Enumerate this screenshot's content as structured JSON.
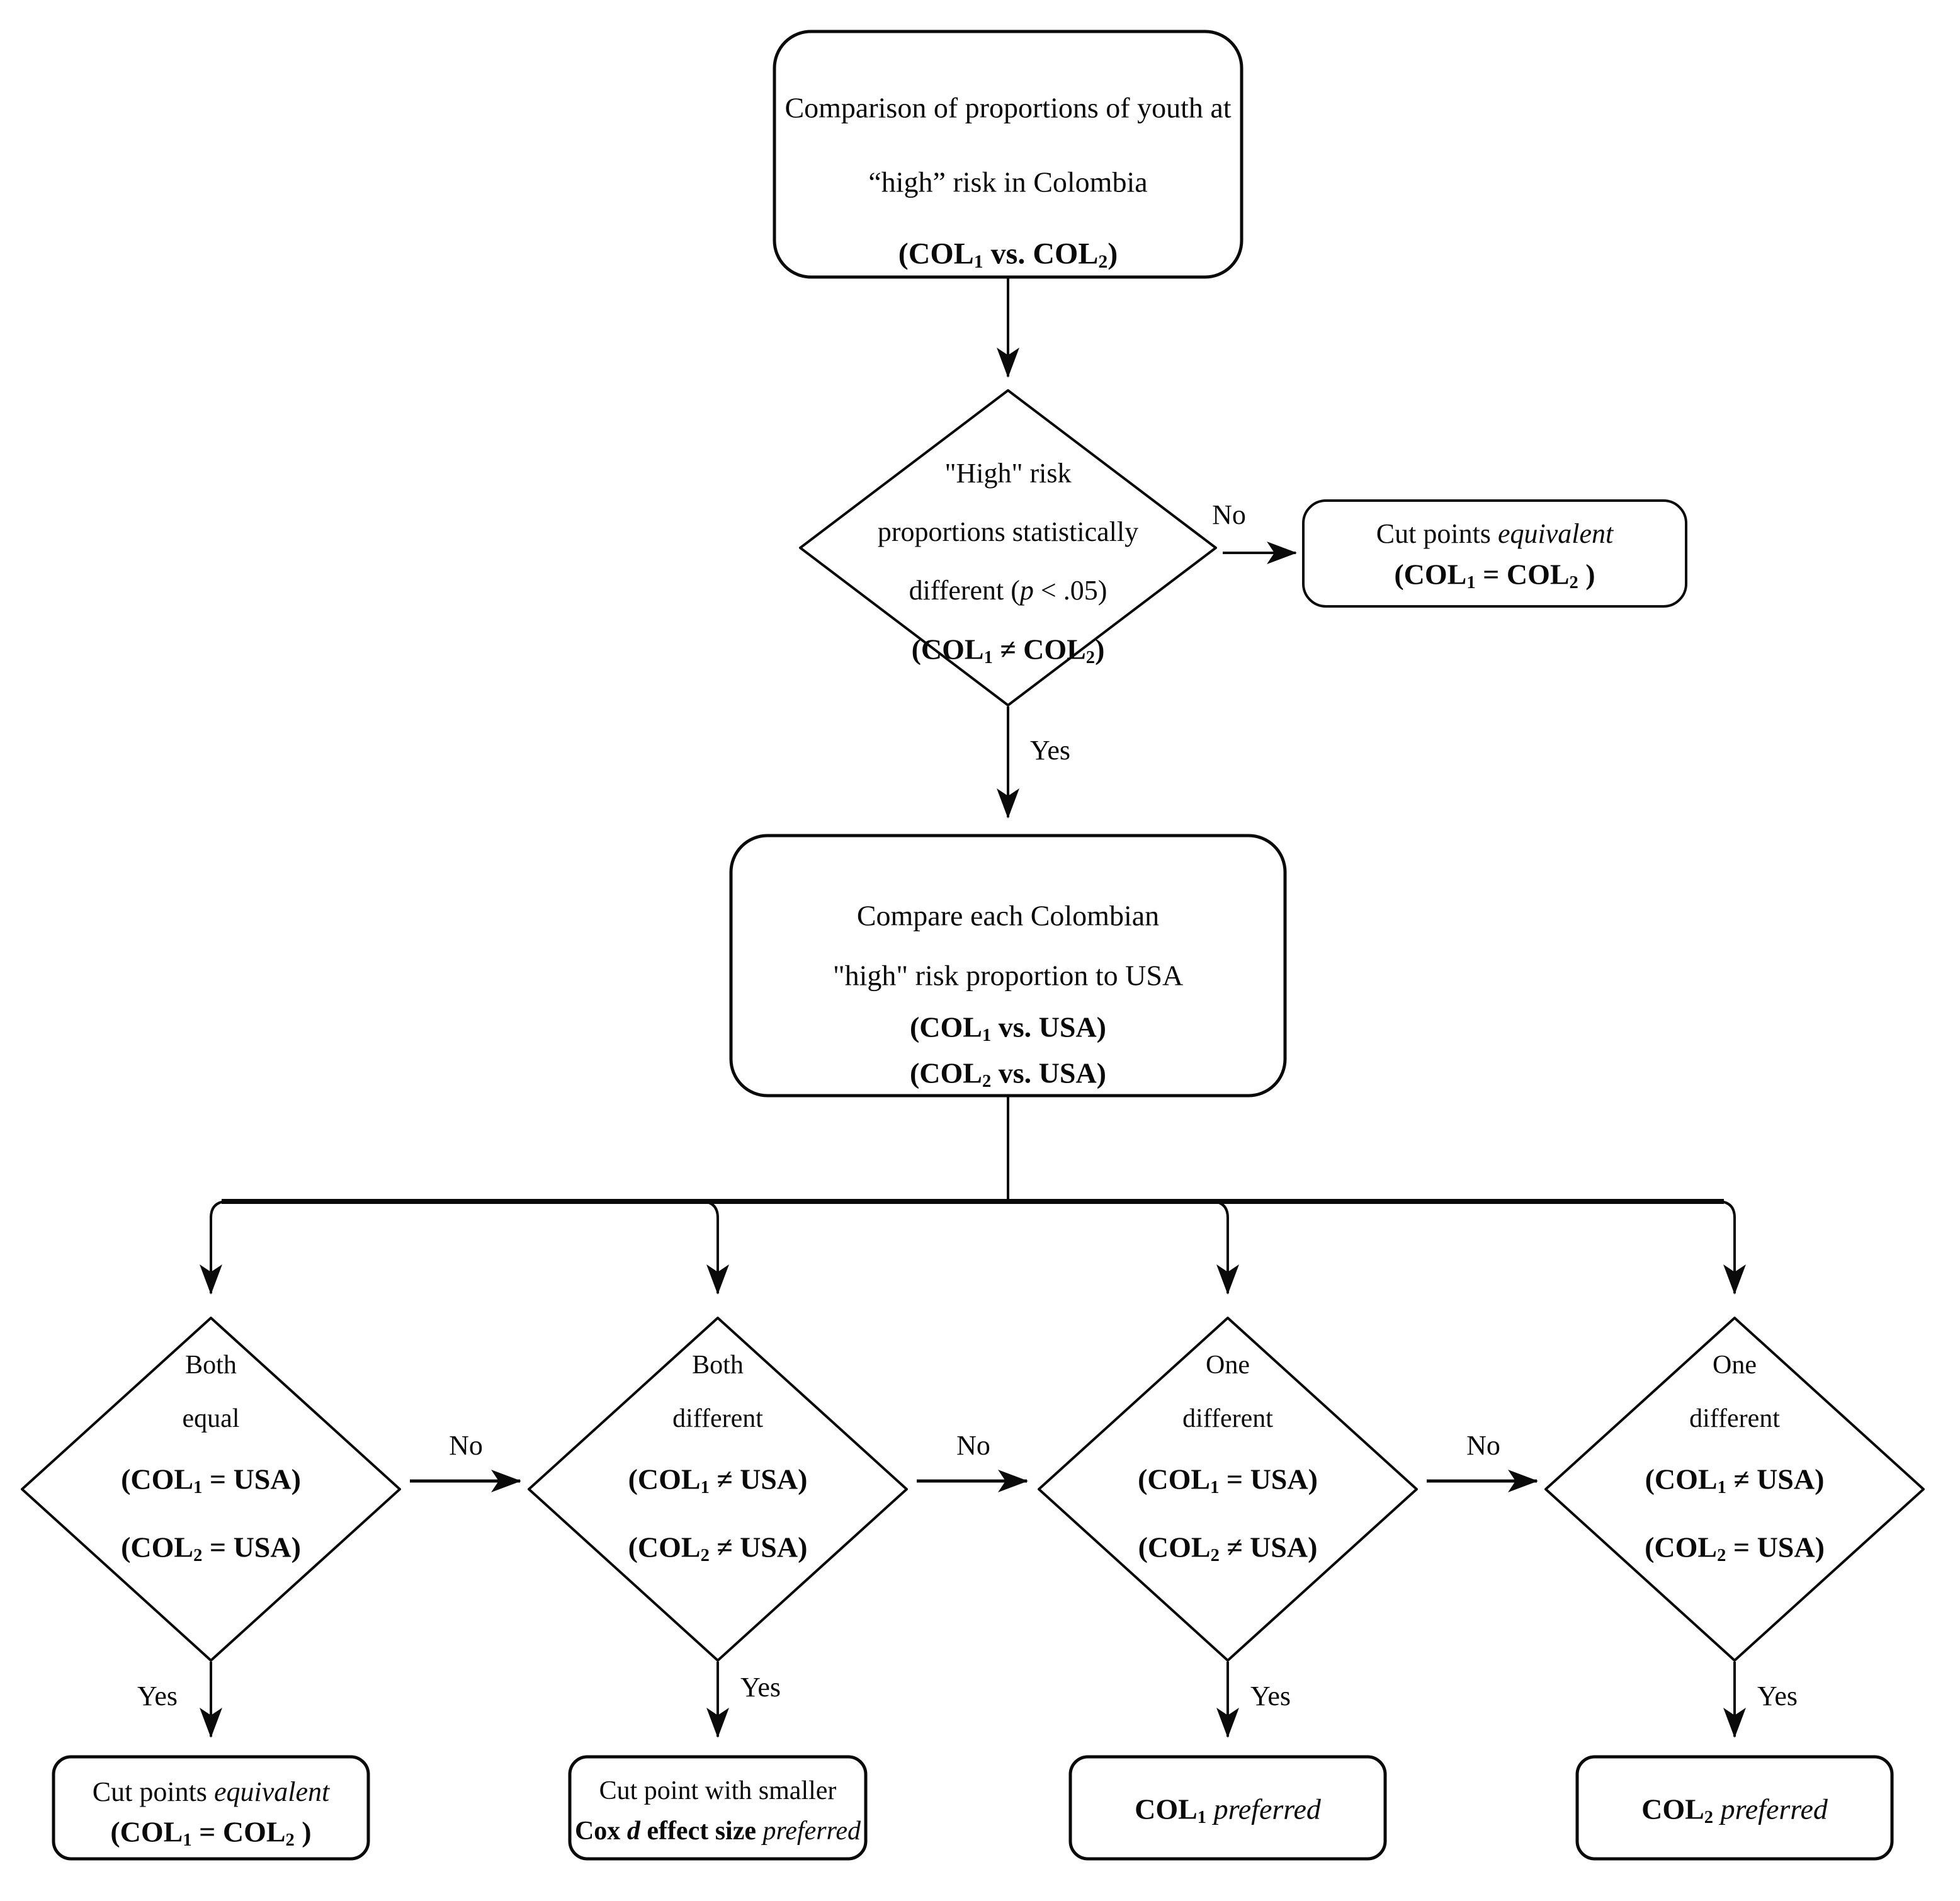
{
  "labels": {
    "yes": "Yes",
    "no": "No"
  },
  "nodes": {
    "start": {
      "l1": "Comparison of proportions of youth at",
      "l2": "“high” risk in Colombia",
      "l3": [
        {
          "t": "(COL",
          "s": "b"
        },
        {
          "t": "1",
          "s": "b sub"
        },
        {
          "t": " vs. COL",
          "s": "b"
        },
        {
          "t": "2",
          "s": "b sub"
        },
        {
          "t": ")",
          "s": "b"
        }
      ]
    },
    "risk_decision": {
      "l1": "\"High\" risk",
      "l2": "proportions statistically",
      "l3": [
        {
          "t": "different (",
          "s": ""
        },
        {
          "t": "p",
          "s": "i"
        },
        {
          "t": " < .05)",
          "s": ""
        }
      ],
      "l4": [
        {
          "t": "(COL",
          "s": "b"
        },
        {
          "t": "1",
          "s": "b sub"
        },
        {
          "t": " ≠ COL",
          "s": "b"
        },
        {
          "t": "2",
          "s": "b sub"
        },
        {
          "t": ")",
          "s": "b"
        }
      ]
    },
    "equivalent_top": {
      "l1": [
        {
          "t": "Cut points ",
          "s": ""
        },
        {
          "t": "equivalent",
          "s": "i"
        }
      ],
      "l2": [
        {
          "t": "(COL",
          "s": "b"
        },
        {
          "t": "1",
          "s": "b sub"
        },
        {
          "t": " = COL",
          "s": "b"
        },
        {
          "t": "2",
          "s": "b sub"
        },
        {
          "t": " )",
          "s": "b"
        }
      ]
    },
    "compare_usa": {
      "l1": "Compare each Colombian",
      "l2": "\"high\" risk proportion to USA",
      "l3": [
        {
          "t": "(COL",
          "s": "b"
        },
        {
          "t": "1",
          "s": "b sub"
        },
        {
          "t": " vs. USA)",
          "s": "b"
        }
      ],
      "l4": [
        {
          "t": "(COL",
          "s": "b"
        },
        {
          "t": "2",
          "s": "b sub"
        },
        {
          "t": " vs. USA)",
          "s": "b"
        }
      ]
    },
    "d_both_equal": {
      "l1": "Both",
      "l2": "equal",
      "l3": [
        {
          "t": "(COL",
          "s": "b"
        },
        {
          "t": "1",
          "s": "b sub"
        },
        {
          "t": " = USA)",
          "s": "b"
        }
      ],
      "l4": [
        {
          "t": "(COL",
          "s": "b"
        },
        {
          "t": "2",
          "s": "b sub"
        },
        {
          "t": " = USA)",
          "s": "b"
        }
      ]
    },
    "d_both_different": {
      "l1": "Both",
      "l2": "different",
      "l3": [
        {
          "t": "(COL",
          "s": "b"
        },
        {
          "t": "1",
          "s": "b sub"
        },
        {
          "t": " ≠ USA)",
          "s": "b"
        }
      ],
      "l4": [
        {
          "t": "(COL",
          "s": "b"
        },
        {
          "t": "2",
          "s": "b sub"
        },
        {
          "t": " ≠ USA)",
          "s": "b"
        }
      ]
    },
    "d_one_different_col1_equal": {
      "l1": "One",
      "l2": "different",
      "l3": [
        {
          "t": "(COL",
          "s": "b"
        },
        {
          "t": "1",
          "s": "b sub"
        },
        {
          "t": " = USA)",
          "s": "b"
        }
      ],
      "l4": [
        {
          "t": "(COL",
          "s": "b"
        },
        {
          "t": "2",
          "s": "b sub"
        },
        {
          "t": " ≠ USA)",
          "s": "b"
        }
      ]
    },
    "d_one_different_col2_equal": {
      "l1": "One",
      "l2": "different",
      "l3": [
        {
          "t": "(COL",
          "s": "b"
        },
        {
          "t": "1",
          "s": "b sub"
        },
        {
          "t": " ≠ USA)",
          "s": "b"
        }
      ],
      "l4": [
        {
          "t": "(COL",
          "s": "b"
        },
        {
          "t": "2",
          "s": "b sub"
        },
        {
          "t": " = USA)",
          "s": "b"
        }
      ]
    },
    "equivalent_bottom": {
      "l1": [
        {
          "t": "Cut points ",
          "s": ""
        },
        {
          "t": "equivalent",
          "s": "i"
        }
      ],
      "l2": [
        {
          "t": "(COL",
          "s": "b"
        },
        {
          "t": "1",
          "s": "b sub"
        },
        {
          "t": " = COL",
          "s": "b"
        },
        {
          "t": "2",
          "s": "b sub"
        },
        {
          "t": " )",
          "s": "b"
        }
      ]
    },
    "cox_d": {
      "l1": "Cut point with smaller",
      "l2": [
        {
          "t": "Cox ",
          "s": "b"
        },
        {
          "t": "d",
          "s": "b i"
        },
        {
          "t": " effect size ",
          "s": "b"
        },
        {
          "t": "preferred",
          "s": "i"
        }
      ]
    },
    "col1_preferred": {
      "l1": [
        {
          "t": "COL",
          "s": "b"
        },
        {
          "t": "1",
          "s": "b sub"
        },
        {
          "t": " ",
          "s": ""
        },
        {
          "t": "preferred",
          "s": "i"
        }
      ]
    },
    "col2_preferred": {
      "l1": [
        {
          "t": "COL",
          "s": "b"
        },
        {
          "t": "2",
          "s": "b sub"
        },
        {
          "t": " ",
          "s": ""
        },
        {
          "t": "preferred",
          "s": "i"
        }
      ]
    }
  },
  "colors": {
    "ink": "#0a0a0a",
    "background": "#ffffff"
  }
}
